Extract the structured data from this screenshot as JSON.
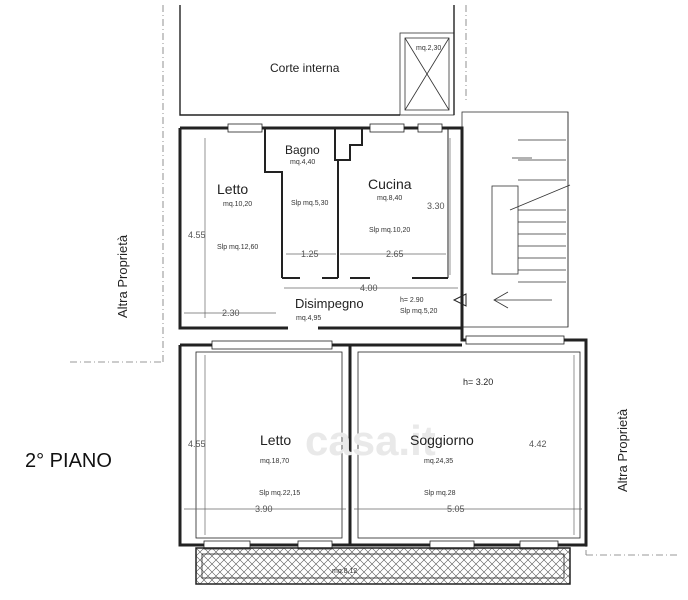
{
  "floor_label": "2° PIANO",
  "courtyard": {
    "name": "Corte interna",
    "shaft_area": "mq.2,30"
  },
  "rooms": {
    "bagno": {
      "name": "Bagno",
      "area": "mq.4,40",
      "slp": "Slp mq.5,30"
    },
    "letto_top": {
      "name": "Letto",
      "area": "mq.10,20",
      "slp": "Slp mq.12,60"
    },
    "cucina": {
      "name": "Cucina",
      "area": "mq.8,40",
      "slp": "Slp mq.10,20"
    },
    "disimpegno": {
      "name": "Disimpegno",
      "area": "mq.4,95",
      "height": "h= 2.90",
      "slp": "Slp mq.5,20"
    },
    "letto_bottom": {
      "name": "Letto",
      "area": "mq.18,70",
      "slp": "Slp mq.22,15"
    },
    "soggiorno": {
      "name": "Soggiorno",
      "area": "mq.24,35",
      "height": "h= 3.20",
      "slp": "Slp mq.28"
    }
  },
  "balcony_area": "mq.8,12",
  "dimensions": {
    "d_4_55_top": "4.55",
    "d_3_30": "3.30",
    "d_1_25": "1.25",
    "d_2_65": "2.65",
    "d_4_00": "4.00",
    "d_2_30": "2.30",
    "d_4_55_bottom": "4.55",
    "d_4_42": "4.42",
    "d_3_90": "3.90",
    "d_5_05": "5.05"
  },
  "neighbors": {
    "left": "Altra Proprietà",
    "right": "Altra Proprietà"
  },
  "watermark": "casa.it"
}
